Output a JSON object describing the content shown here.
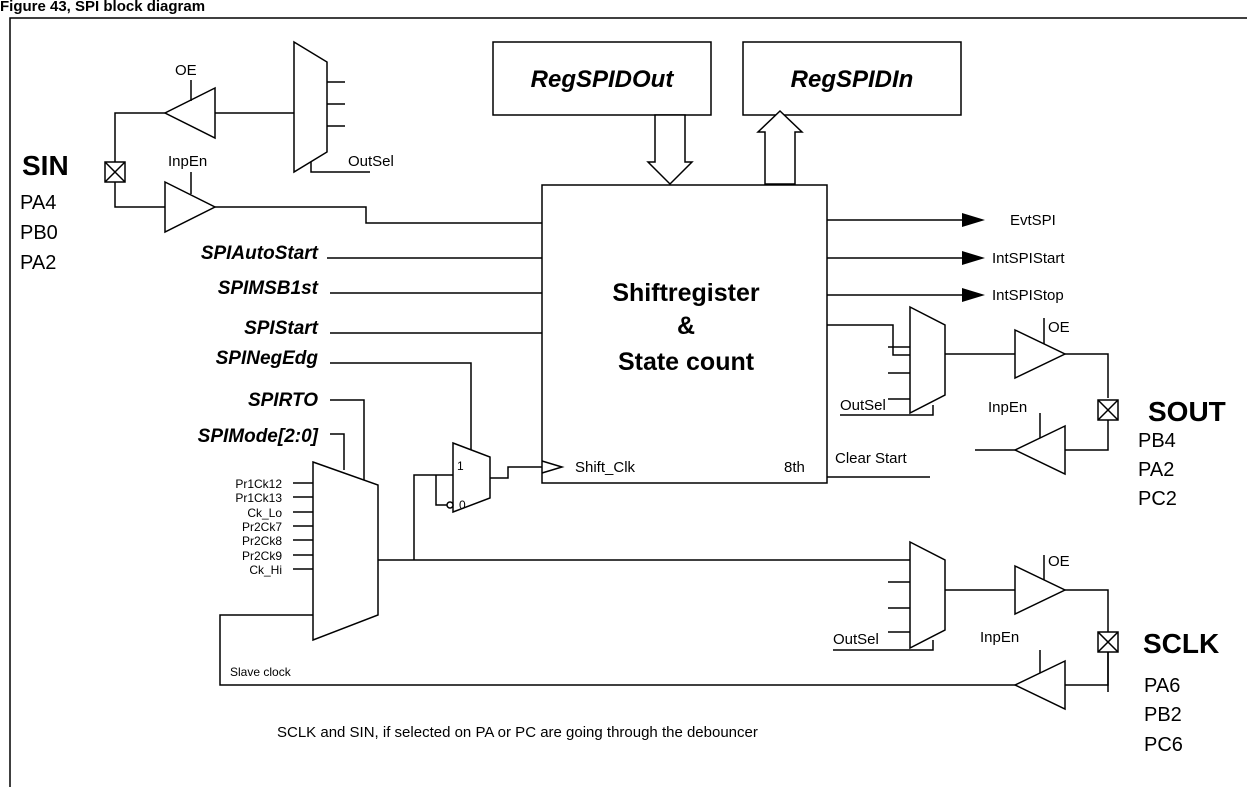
{
  "title": "Figure 43, SPI block diagram",
  "registers": {
    "out": "RegSPIDOut",
    "in": "RegSPIDIn"
  },
  "core": {
    "line1": "Shiftregister",
    "line2": "&",
    "line3": "State count",
    "clk_label": "Shift_Clk",
    "eighth": "8th"
  },
  "pins": {
    "sin": {
      "name": "SIN",
      "ports": [
        "PA4",
        "PB0",
        "PA2"
      ]
    },
    "sout": {
      "name": "SOUT",
      "ports": [
        "PB4",
        "PA2",
        "PC2"
      ]
    },
    "sclk": {
      "name": "SCLK",
      "ports": [
        "PA6",
        "PB2",
        "PC6"
      ]
    }
  },
  "labels": {
    "oe": "OE",
    "inpen": "InpEn",
    "outsel": "OutSel",
    "clear_start": "Clear Start",
    "slave_clock": "Slave clock",
    "mux_one": "1",
    "mux_zero": "0"
  },
  "inputs": {
    "autostart": "SPIAutoStart",
    "msb1st": "SPIMSB1st",
    "start": "SPIStart",
    "negedg": "SPINegEdg",
    "rto": "SPIRTO",
    "mode": "SPIMode[2:0]"
  },
  "outputs": {
    "evt": "EvtSPI",
    "intstart": "IntSPIStart",
    "intstop": "IntSPIStop"
  },
  "clock_sources": [
    "Pr1Ck12",
    "Pr1Ck13",
    "Ck_Lo",
    "Pr2Ck7",
    "Pr2Ck8",
    "Pr2Ck9",
    "Ck_Hi"
  ],
  "note": "SCLK and  SIN, if selected on PA or PC are going through the debouncer"
}
